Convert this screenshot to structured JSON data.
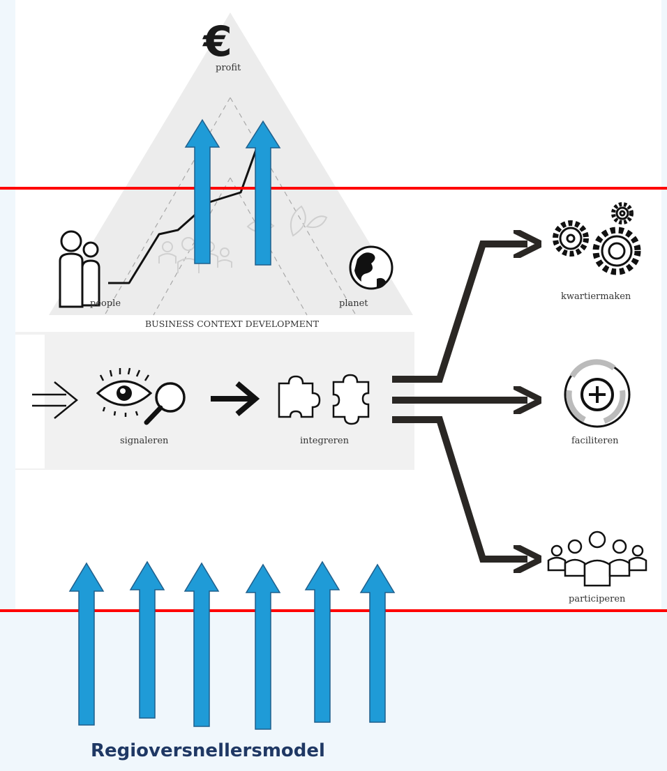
{
  "colors": {
    "background": "#f0f7fc",
    "panel": "#ffffff",
    "triangle": "#ececec",
    "band": "#f1f1f1",
    "red_line": "#ff0000",
    "blue_arrow": "#1f9bd7",
    "blue_arrow_edge": "#1f5f8c",
    "icon": "#1a1a1a",
    "arrow_dark": "#2a2724"
  },
  "pyramid": {
    "top_label": "profit",
    "top_icon": "euro-icon",
    "left_label": "people",
    "right_label": "planet",
    "base_label": "BUSINESS CONTEXT DEVELOPMENT"
  },
  "process": {
    "steps": [
      {
        "label": "signaleren",
        "icon": "eye-magnifier-icon"
      },
      {
        "label": "integreren",
        "icon": "puzzle-icon"
      }
    ]
  },
  "outcomes": [
    {
      "label": "kwartiermaken",
      "icon": "gears-icon"
    },
    {
      "label": "faciliteren",
      "icon": "cycle-plus-icon"
    },
    {
      "label": "participeren",
      "icon": "group-icon"
    }
  ],
  "caption": "Regioversnellersmodel"
}
